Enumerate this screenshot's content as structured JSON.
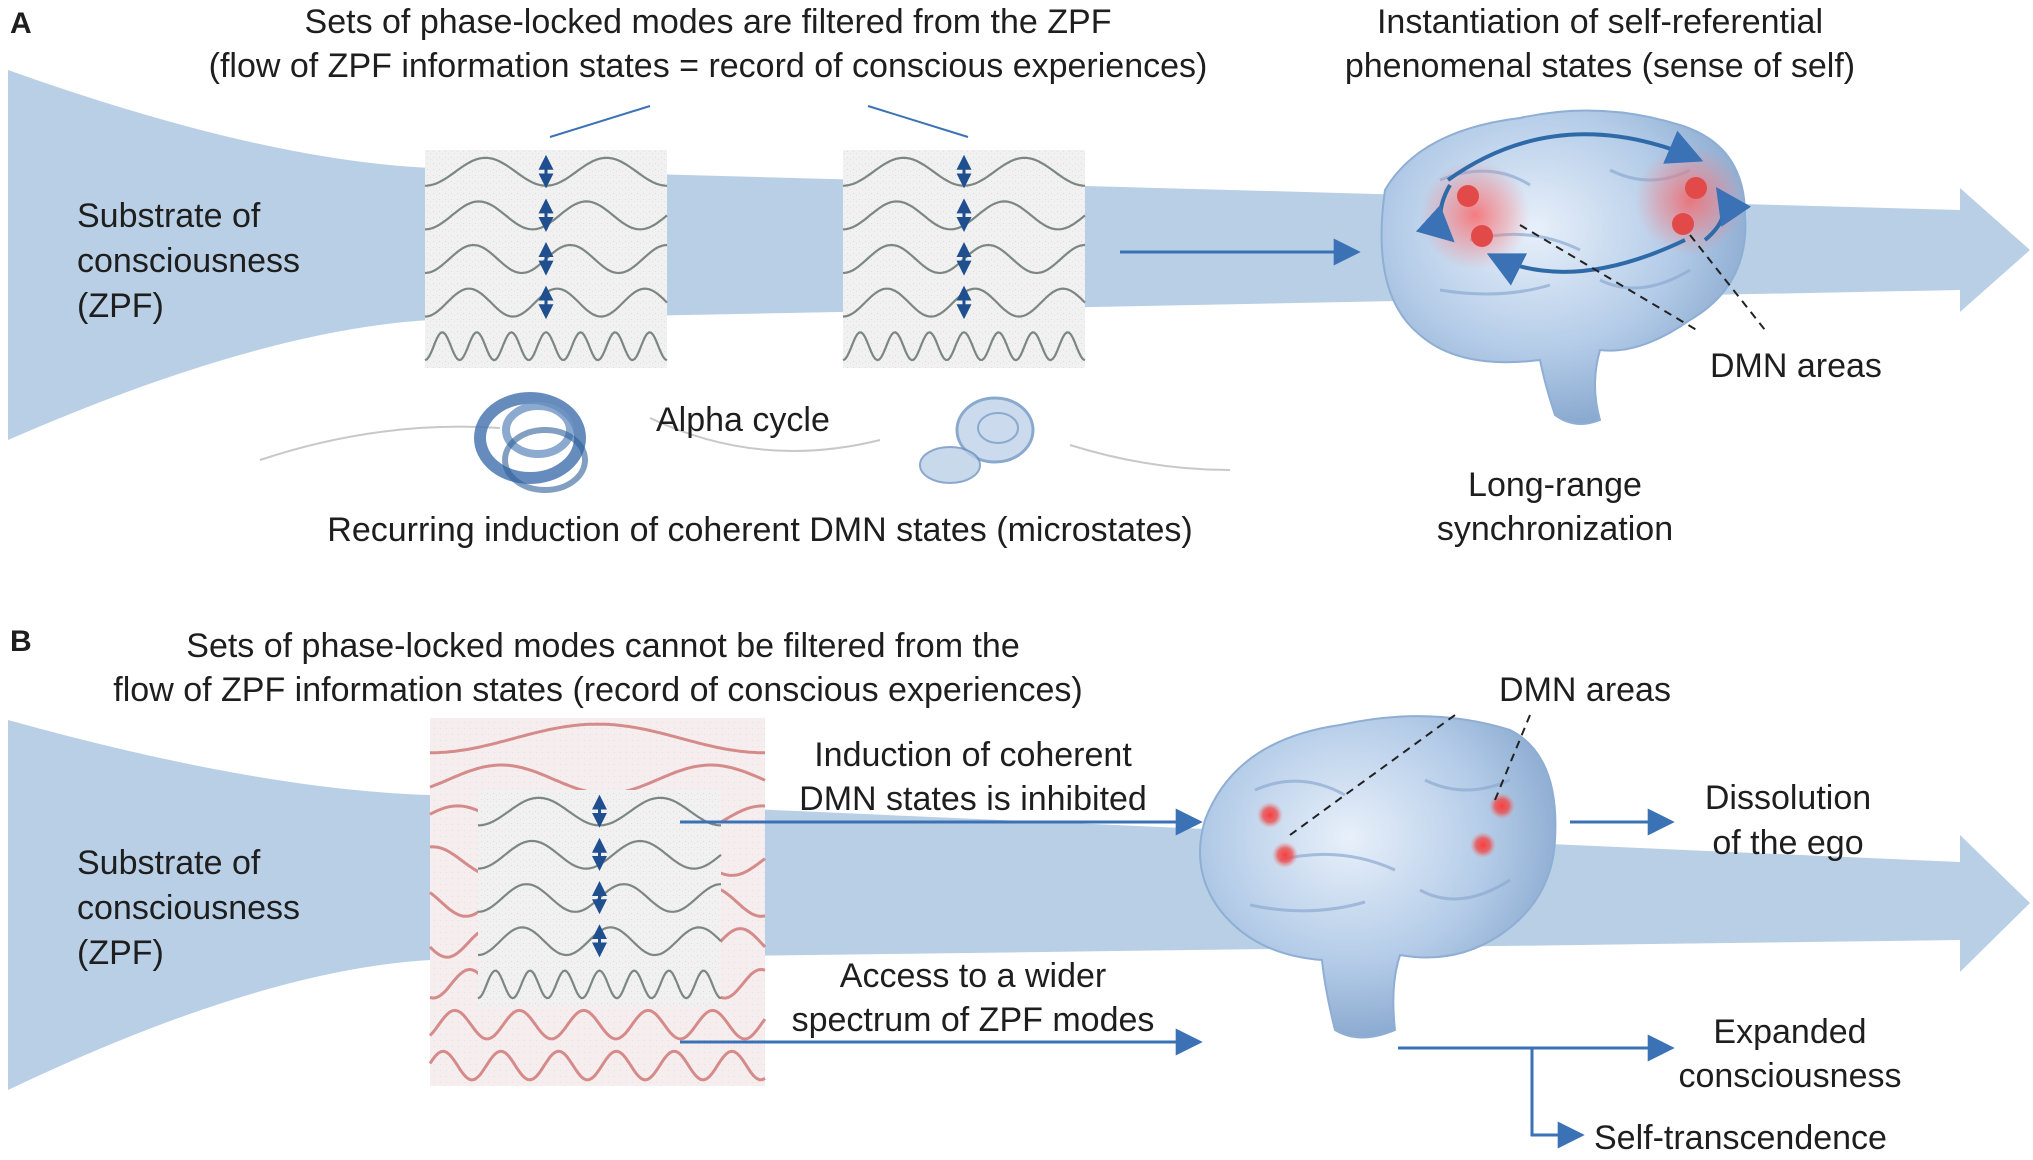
{
  "panel_a": {
    "letter": "A",
    "title_line1": "Sets of phase-locked modes are filtered from the ZPF",
    "title_line2": "(flow of ZPF information states = record of conscious experiences)",
    "self_line1": "Instantiation of self-referential",
    "self_line2": "phenomenal states  (sense of self)",
    "substrate_line1": "Substrate of",
    "substrate_line2": "consciousness",
    "substrate_line3": "(ZPF)",
    "alpha": "Alpha cycle",
    "recurring": "Recurring induction of coherent DMN states (microstates)",
    "dmn": "DMN areas",
    "long_line1": "Long-range",
    "long_line2": "synchronization"
  },
  "panel_b": {
    "letter": "B",
    "title_line1": "Sets of phase-locked modes cannot be filtered from the",
    "title_line2": "flow of ZPF information states (record of conscious experiences)",
    "substrate_line1": "Substrate of",
    "substrate_line2": "consciousness",
    "substrate_line3": "(ZPF)",
    "induction_line1": "Induction of coherent",
    "induction_line2": "DMN states is inhibited",
    "access_line1": "Access to a wider",
    "access_line2": "spectrum of ZPF modes",
    "dmn": "DMN areas",
    "dissolution_line1": "Dissolution",
    "dissolution_line2": "of the ego",
    "expanded_line1": "Expanded",
    "expanded_line2": "consciousness",
    "self_transcendence": "Self-transcendence"
  },
  "colors": {
    "flow": "#b9cfe6",
    "arrow": "#3a72b5",
    "brain": "#9ab9dc",
    "dmn_spot": "#e04848",
    "wave": "#6f7b77",
    "red_wave": "#c96a68",
    "double_arrow": "#1f4f8f"
  }
}
